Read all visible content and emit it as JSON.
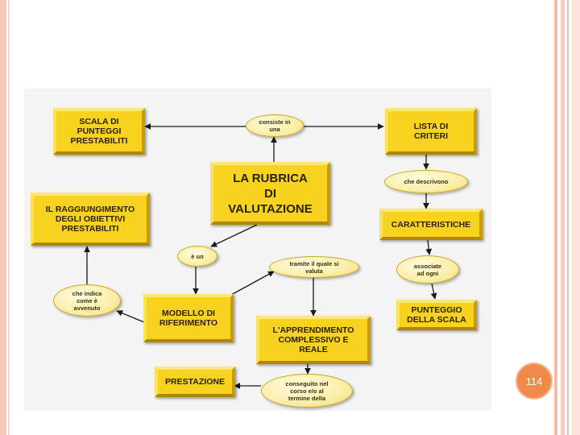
{
  "concept_map": {
    "central": "LA RUBRICA\nDI\nVALUTAZIONE",
    "concepts": {
      "scala": "SCALA DI\nPUNTEGGI\nPRESTABILITI",
      "lista": "LISTA DI\nCRITERI",
      "raggiungimento": "IL RAGGIUNGIMENTO\nDEGLI OBIETTIVI\nPRESTABILITI",
      "caratteristiche": "CARATTERISTICHE",
      "modello": "MODELLO DI\nRIFERIMENTO",
      "punteggio": "PUNTEGGIO\nDELLA SCALA",
      "apprendimento": "L'APPRENDIMENTO\nCOMPLESSIVO E\nREALE",
      "prestazione": "PRESTAZIONE"
    },
    "links": {
      "consiste": "consiste in\nuna",
      "descrivono": "che descrivono",
      "e_un": "è un",
      "tramite": "tramite il quale si\nvaluta",
      "associate": "associate\nad ogni",
      "indica": "che indica\ncome è\navvenuto",
      "conseguito": "conseguito nel\ncorso e/o al\ntermine della"
    }
  },
  "page_number": "114",
  "colors": {
    "concept_fill": "#f7d21e",
    "link_fill": "#fbeea8",
    "page_badge": "#f08a4b",
    "frame": "#f3b9a1"
  }
}
